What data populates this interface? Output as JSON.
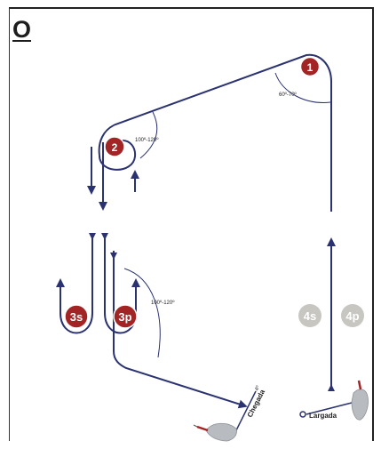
{
  "diagram": {
    "course_letter": "O",
    "marks": [
      {
        "id": "mark-1",
        "label": "1",
        "color": "#a32424"
      },
      {
        "id": "mark-2",
        "label": "2",
        "color": "#a32424"
      },
      {
        "id": "mark-3s",
        "label": "3s",
        "color": "#a32424"
      },
      {
        "id": "mark-3p",
        "label": "3p",
        "color": "#a32424"
      },
      {
        "id": "mark-4s",
        "label": "4s",
        "color": "#c8c6c1"
      },
      {
        "id": "mark-4p",
        "label": "4p",
        "color": "#c8c6c1"
      }
    ],
    "angles": {
      "mark1": "60º-70º",
      "mark2": "100º-120º",
      "mark3p": "100º-120º"
    },
    "finish_label": "Chegada",
    "start_label": "Largada",
    "finish_angle": "4º",
    "colors": {
      "route": "#2a3270",
      "mark_red": "#a32424",
      "mark_grey": "#c8c6c1",
      "boat": "#b8bcc0"
    }
  }
}
